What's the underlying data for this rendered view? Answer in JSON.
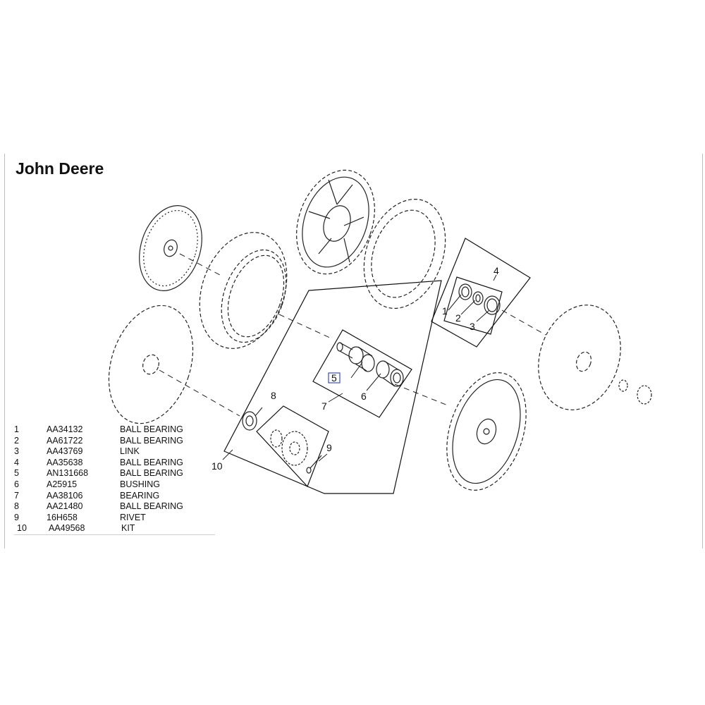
{
  "brand": "John Deere",
  "callouts": {
    "c1": "1",
    "c2": "2",
    "c3": "3",
    "c4": "4",
    "c5": "5",
    "c6": "6",
    "c7": "7",
    "c8": "8",
    "c9": "9",
    "c10": "10"
  },
  "parts_list": [
    {
      "num": "1",
      "part": "AA34132",
      "desc": "BALL BEARING"
    },
    {
      "num": "2",
      "part": "AA61722",
      "desc": "BALL BEARING"
    },
    {
      "num": "3",
      "part": "AA43769",
      "desc": "LINK"
    },
    {
      "num": "4",
      "part": "AA35638",
      "desc": "BALL BEARING"
    },
    {
      "num": "5",
      "part": "AN131668",
      "desc": "BALL BEARING"
    },
    {
      "num": "6",
      "part": "A25915",
      "desc": "BUSHING"
    },
    {
      "num": "7",
      "part": "AA38106",
      "desc": "BEARING"
    },
    {
      "num": "8",
      "part": "AA21480",
      "desc": "BALL BEARING"
    },
    {
      "num": "9",
      "part": "16H658",
      "desc": "RIVET"
    },
    {
      "num": "10",
      "part": "AA49568",
      "desc": "KIT"
    }
  ]
}
